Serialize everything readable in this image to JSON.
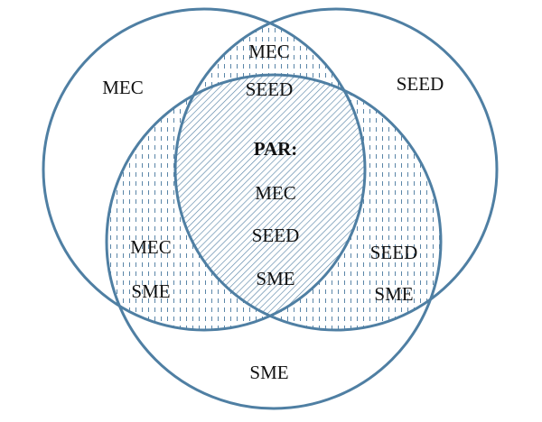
{
  "sets": [
    "MEC",
    "SEED",
    "SME"
  ],
  "colors": {
    "outline": "#4f7fa3",
    "pattern": "#5b86a8",
    "background": "#ffffff"
  },
  "regions": {
    "mec_only": {
      "lines": [
        "MEC"
      ],
      "fill": "none"
    },
    "seed_only": {
      "lines": [
        "SEED"
      ],
      "fill": "none"
    },
    "sme_only": {
      "lines": [
        "SME"
      ],
      "fill": "none"
    },
    "mec_seed": {
      "lines": [
        "MEC",
        "SEED"
      ],
      "fill": "dashed"
    },
    "mec_sme": {
      "lines": [
        "MEC",
        "SME"
      ],
      "fill": "dashed"
    },
    "seed_sme": {
      "lines": [
        "SEED",
        "SME"
      ],
      "fill": "dashed"
    },
    "all": {
      "heading": "PAR:",
      "lines": [
        "MEC",
        "SEED",
        "SME"
      ],
      "fill": "hatched"
    }
  }
}
